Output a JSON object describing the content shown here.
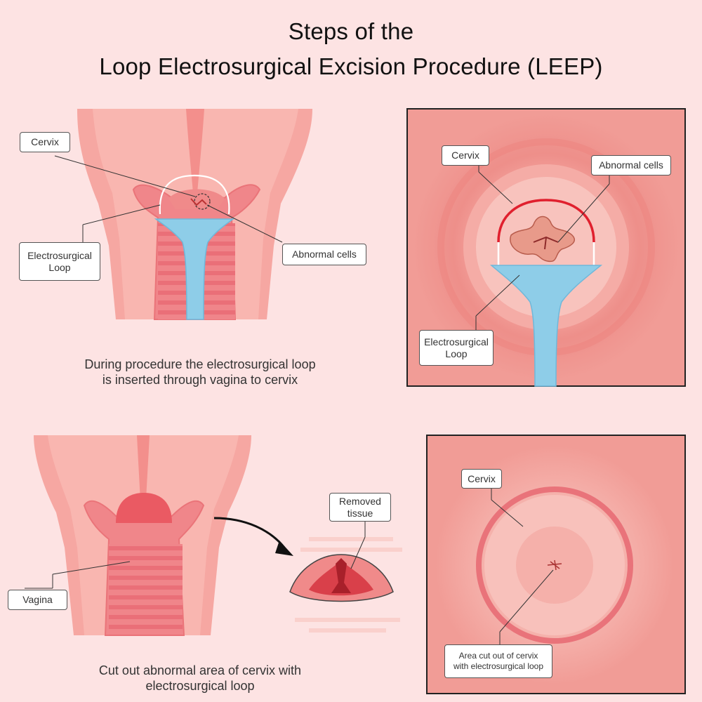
{
  "title": {
    "line1": "Steps of the",
    "line2": "Loop Electrosurgical Excision Procedure (LEEP)"
  },
  "panel1": {
    "labels": {
      "cervix": "Cervix",
      "loop_line1": "Electrosurgical",
      "loop_line2": "Loop",
      "abnormal": "Abnormal cells"
    },
    "caption_line1": "During procedure the electrosurgical loop",
    "caption_line2": "is inserted through vagina to cervix"
  },
  "panel2": {
    "labels": {
      "cervix": "Cervix",
      "abnormal": "Abnormal cells",
      "loop_line1": "Electrosurgical",
      "loop_line2": "Loop"
    }
  },
  "panel3": {
    "labels": {
      "vagina": "Vagina",
      "removed_line1": "Removed",
      "removed_line2": "tissue"
    },
    "caption_line1": "Cut out abnormal area of cervix with",
    "caption_line2": "electrosurgical loop"
  },
  "panel4": {
    "labels": {
      "cervix": "Cervix",
      "area_line1": "Area cut out of cervix",
      "area_line2": "with electrosurgical loop"
    }
  },
  "colors": {
    "background": "#fde3e3",
    "tissue": "#f6a7a2",
    "tissue_dark": "#e9737a",
    "lesion": "#c0392b",
    "instrument": "#8ecde8",
    "loop_red": "#e0202e"
  }
}
